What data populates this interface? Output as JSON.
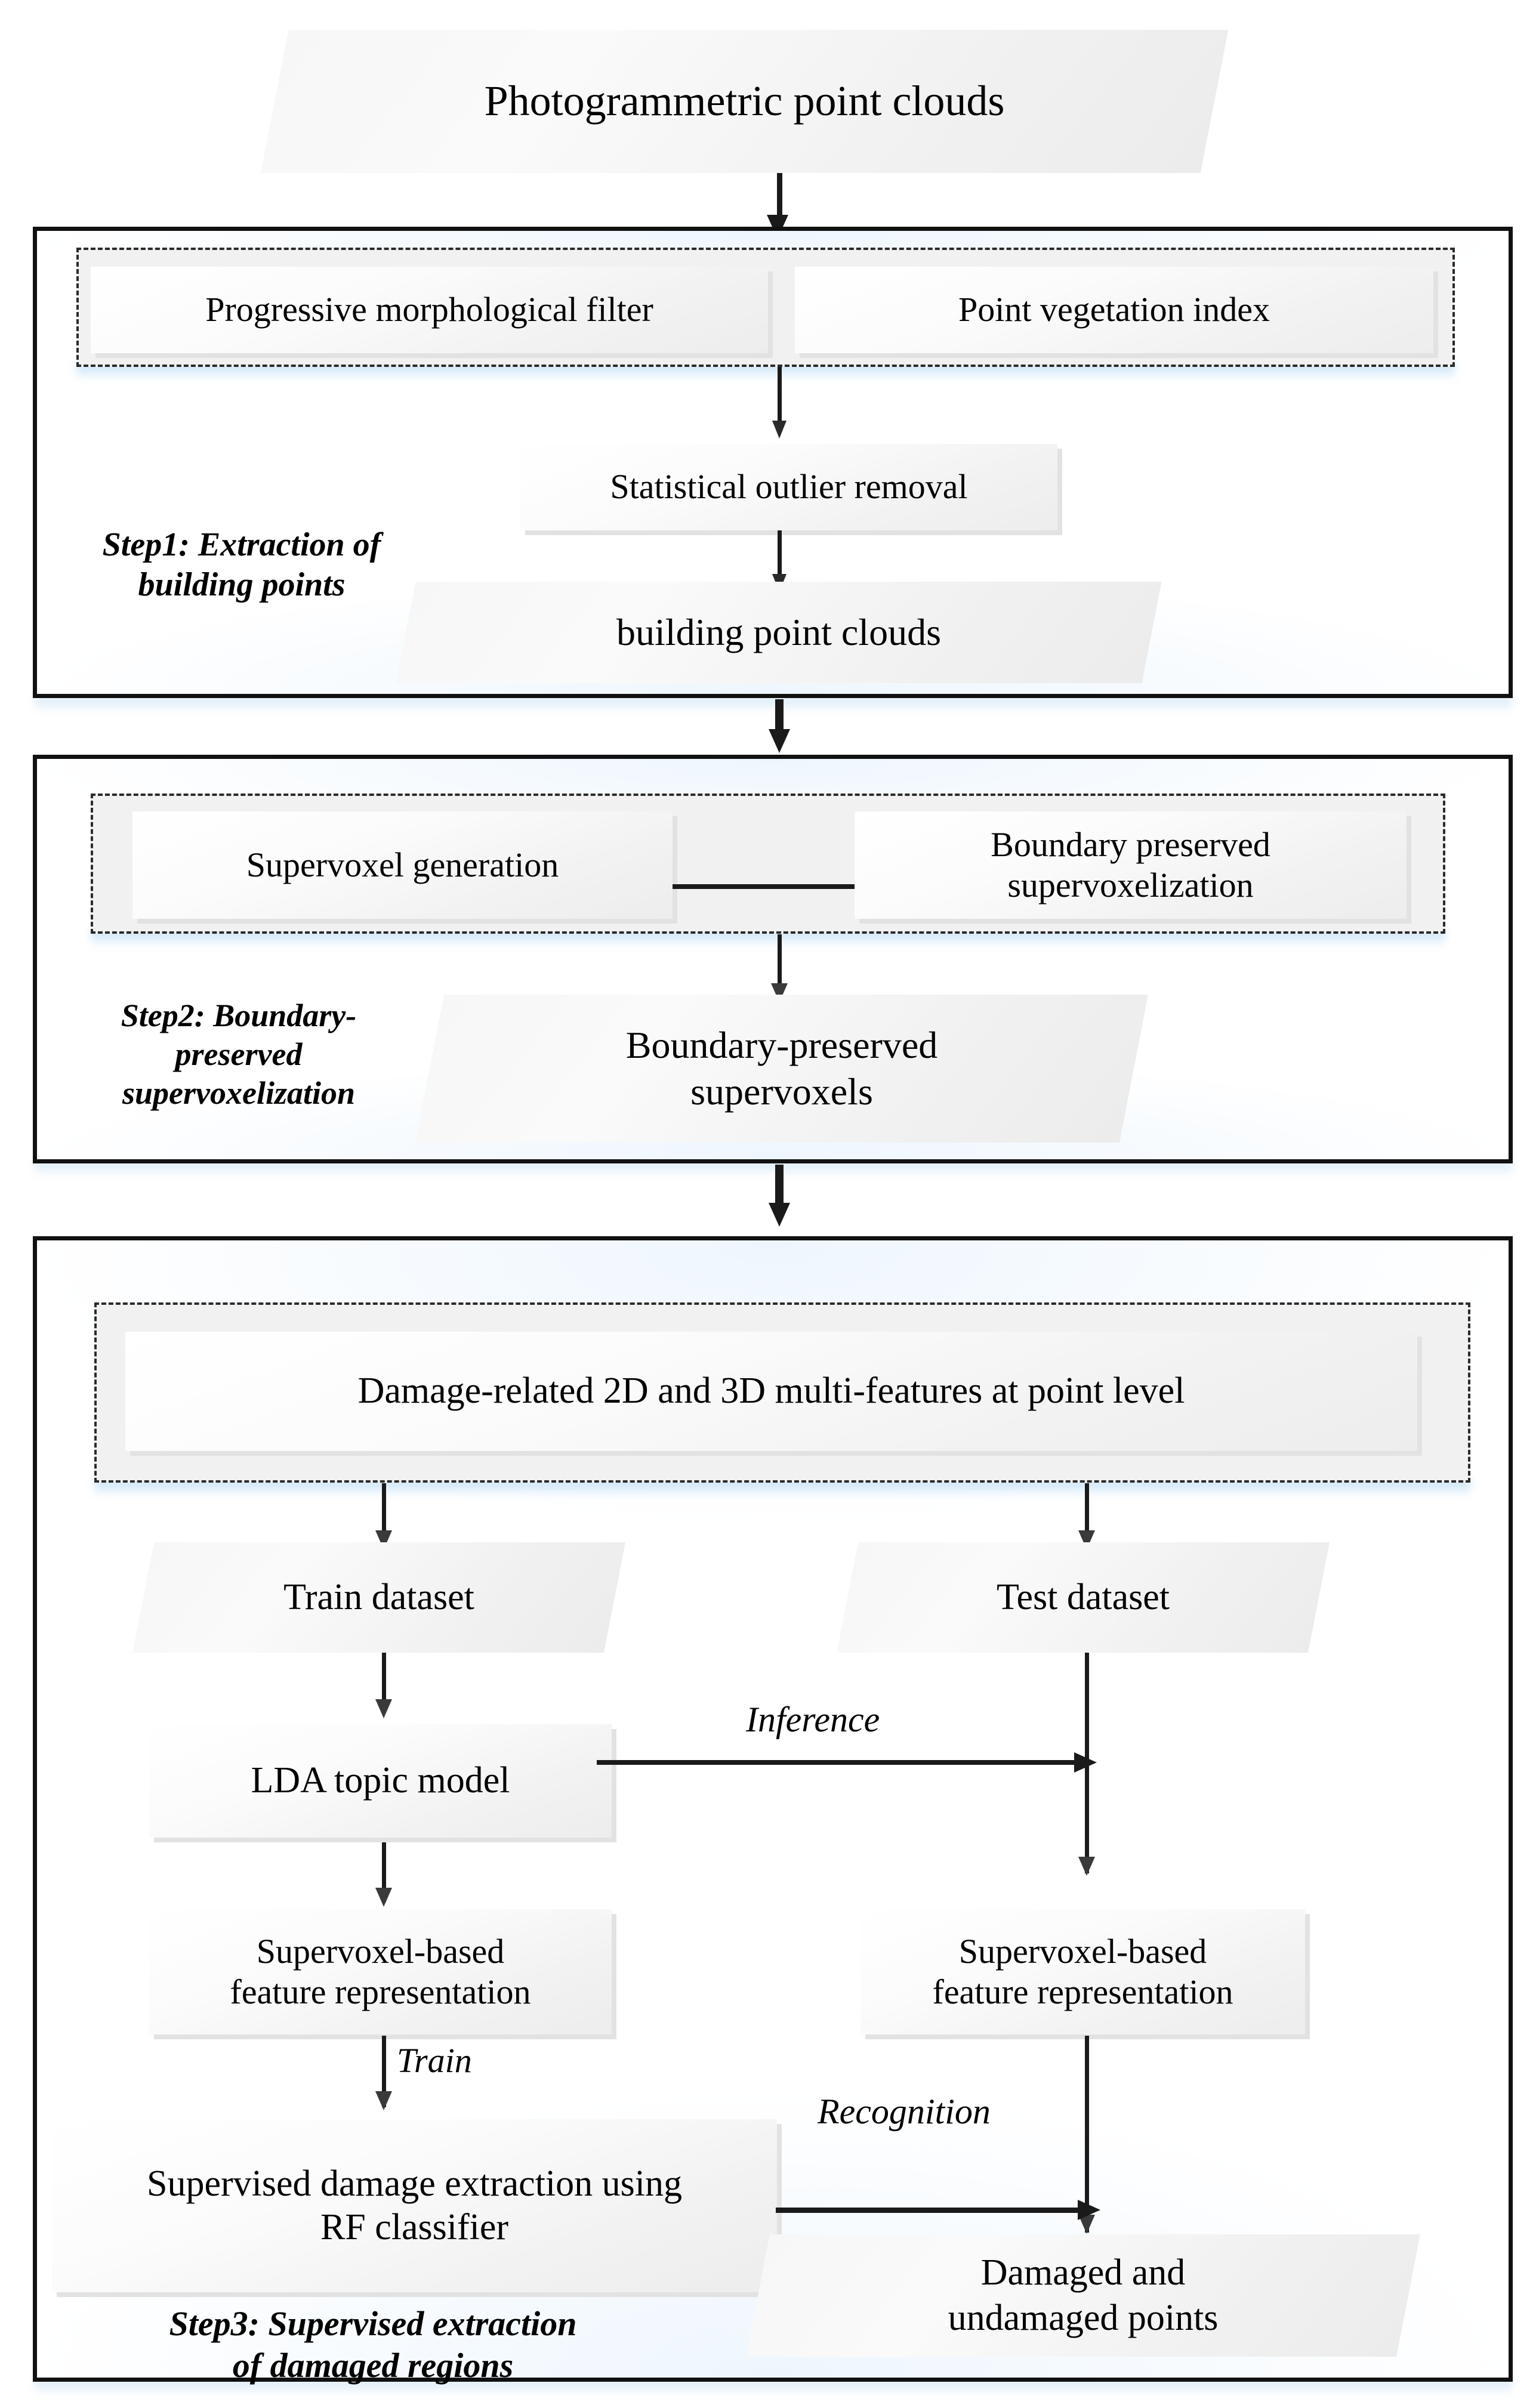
{
  "diagram": {
    "title": "Damage extraction workflow from photogrammetric point clouds",
    "input": {
      "label": "Photogrammetric point clouds"
    },
    "steps": [
      {
        "id": "step1",
        "title": "Step1: Extraction of\nbuilding points",
        "title_line1": "Step1: Extraction of",
        "title_line2": "building points",
        "group_items": [
          {
            "label": "Progressive morphological filter"
          },
          {
            "label": "Point vegetation index"
          }
        ],
        "process": {
          "label": "Statistical outlier removal"
        },
        "output": {
          "label": "building point clouds"
        }
      },
      {
        "id": "step2",
        "title_line1": "Step2: Boundary-",
        "title_line2": "preserved",
        "title_line3": "supervoxelization",
        "group_items": [
          {
            "label": "Supervoxel generation"
          },
          {
            "label_line1": "Boundary preserved",
            "label_line2": "supervoxelization"
          }
        ],
        "output": {
          "label_line1": "Boundary-preserved",
          "label_line2": "supervoxels"
        }
      },
      {
        "id": "step3",
        "title_line1": "Step3: Supervised extraction",
        "title_line2": "of damaged regions",
        "features": {
          "label": "Damage-related 2D and 3D multi-features at point level"
        },
        "train_branch": {
          "dataset": {
            "label": "Train dataset"
          },
          "model": {
            "label": "LDA topic model"
          },
          "representation": {
            "label_line1": "Supervoxel-based",
            "label_line2": "feature representation"
          },
          "classifier": {
            "label_line1": "Supervised damage extraction using",
            "label_line2": "RF classifier"
          }
        },
        "test_branch": {
          "dataset": {
            "label": "Test dataset"
          },
          "representation": {
            "label_line1": "Supervoxel-based",
            "label_line2": "feature representation"
          },
          "output": {
            "label_line1": "Damaged and",
            "label_line2": "undamaged points"
          }
        },
        "edge_labels": {
          "inference": "Inference",
          "train": "Train",
          "recognition": "Recognition"
        }
      }
    ],
    "colors": {
      "outline": "#111111",
      "dashed": "#2b2b2b",
      "arrow": "#1a1a1a",
      "glow": "#bad bf5",
      "box_fill": "#f2f2f2",
      "text": "#000000"
    }
  }
}
